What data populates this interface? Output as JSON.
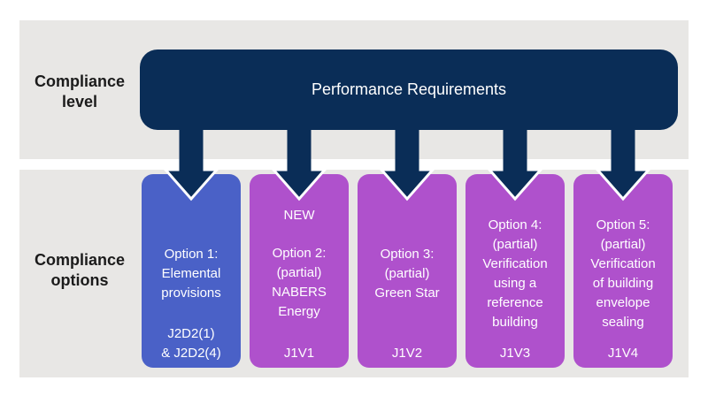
{
  "colors": {
    "navy": "#0a2d57",
    "blue": "#4a61c7",
    "purple": "#af51cc",
    "band_gray": "#e8e7e5",
    "label_text": "#1b1b1b",
    "box_text": "#ffffff"
  },
  "left_labels": {
    "level": "Compliance\nlevel",
    "options": "Compliance\noptions"
  },
  "performance_node": {
    "label": "Performance Requirements"
  },
  "options": [
    {
      "badge": "",
      "title": "Option 1:\nElemental\nprovisions",
      "code": "J2D2(1)\n& J2D2(4)",
      "color": "blue"
    },
    {
      "badge": "NEW",
      "title": "Option 2:\n(partial)\nNABERS\nEnergy",
      "code": "J1V1",
      "color": "purple"
    },
    {
      "badge": "",
      "title": "Option 3:\n(partial)\nGreen Star",
      "code": "J1V2",
      "color": "purple"
    },
    {
      "badge": "",
      "title": "Option 4:\n(partial)\nVerification\nusing a\nreference\nbuilding",
      "code": "J1V3",
      "color": "purple"
    },
    {
      "badge": "",
      "title": "Option 5:\n(partial)\nVerification\nof building\nenvelope\nsealing",
      "code": "J1V4",
      "color": "purple"
    }
  ]
}
